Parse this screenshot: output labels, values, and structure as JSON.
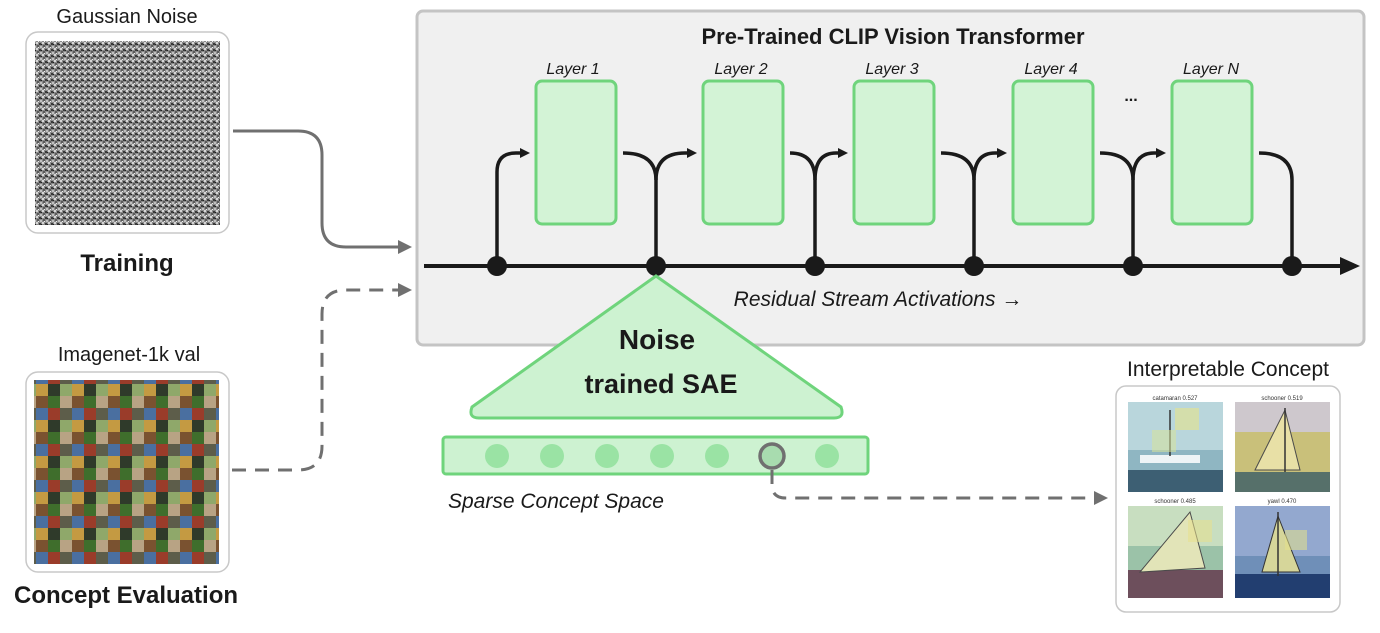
{
  "inputs": {
    "noise": {
      "caption": "Gaussian Noise",
      "mode_label": "Training"
    },
    "imagenet": {
      "caption": "Imagenet-1k val",
      "mode_label": "Concept Evaluation"
    }
  },
  "transformer": {
    "title": "Pre-Trained CLIP Vision Transformer",
    "layers": [
      "Layer 1",
      "Layer 2",
      "Layer 3",
      "Layer 4",
      "Layer N"
    ],
    "ellipsis": "...",
    "stream_label": "Residual Stream Activations →"
  },
  "sae": {
    "line1": "Noise",
    "line2": "trained SAE"
  },
  "concept_space": {
    "label": "Sparse Concept Space",
    "dot_count": 7,
    "highlighted_index": 5
  },
  "concept_output": {
    "title": "Interpretable Concept",
    "thumbnails": [
      {
        "label": "catamaran 0.527"
      },
      {
        "label": "schooner 0.519"
      },
      {
        "label": "schooner 0.485"
      },
      {
        "label": "yawl 0.470"
      }
    ]
  },
  "colors": {
    "layer_fill": "#d3f3d6",
    "layer_stroke": "#6fd47c",
    "panel_fill": "#f0f0f0",
    "panel_stroke": "#c4c4c4",
    "arrow_gray": "#707070",
    "dark": "#1a1a1a"
  }
}
